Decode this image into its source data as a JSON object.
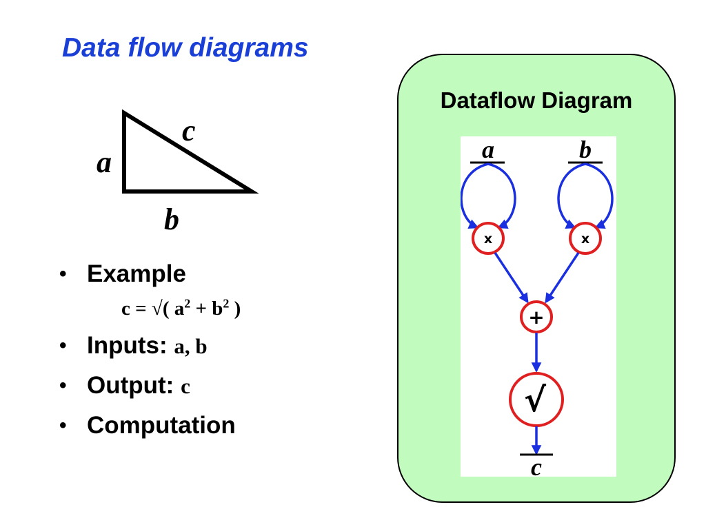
{
  "title": "Data flow diagrams",
  "triangle": {
    "labels": {
      "a": "a",
      "b": "b",
      "c": "c"
    }
  },
  "bullets": {
    "example": {
      "label": "Example"
    },
    "formula": {
      "lhs": "c = √( a",
      "exp1": "2",
      "mid": " + b",
      "exp2": "2",
      "rhs": " )"
    },
    "inputs": {
      "label": "Inputs:",
      "value": "a, b"
    },
    "output": {
      "label": "Output:",
      "value": "c"
    },
    "computation": {
      "label": "Computation"
    },
    "marker": "•"
  },
  "dataflow": {
    "title": "Dataflow Diagram",
    "inputs": [
      "a",
      "b"
    ],
    "output": "c",
    "ops": {
      "multiply": "x",
      "add": "+",
      "sqrt": "√"
    },
    "colors": {
      "panel_background": "#c2fbbe",
      "edge": "#1a2fe0",
      "node_border": "#e02020",
      "title_text": "#1a3fd6"
    }
  }
}
